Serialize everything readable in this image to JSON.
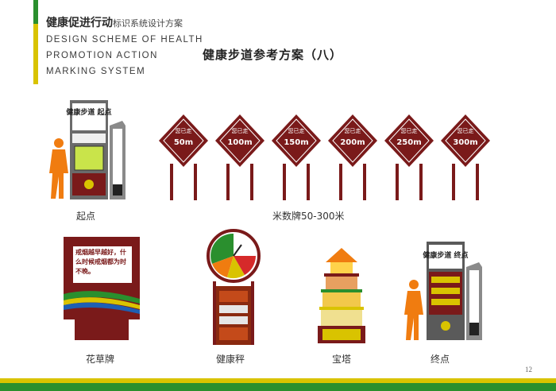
{
  "header": {
    "title_cn": "健康促进行动",
    "title_cn_sub": "标识系统设计方案",
    "title_en": [
      "DESIGN SCHEME OF HEALTH",
      "PROMOTION ACTION",
      "MARKING SYSTEM"
    ]
  },
  "page_title": "健康步道参考方案（八）",
  "start_sign": {
    "caption": "起点",
    "sign_text": "健康步道 起点"
  },
  "distance_markers": {
    "caption": "米数牌50-300米",
    "label": "您已走",
    "items": [
      "50m",
      "100m",
      "150m",
      "200m",
      "250m",
      "300m"
    ]
  },
  "flowerbed_sign": {
    "caption": "花草牌",
    "text": "戒烟越早越好，什么时候戒烟都为时不晚。"
  },
  "health_scale": {
    "caption": "健康秤"
  },
  "pagoda": {
    "caption": "宝塔"
  },
  "end_sign": {
    "caption": "终点",
    "sign_text": "健康步道 终点"
  },
  "page_number": "12",
  "colors": {
    "maroon": "#7a1a1a",
    "green": "#2a8f2e",
    "yellow": "#d9c300",
    "orange": "#f07c10"
  }
}
